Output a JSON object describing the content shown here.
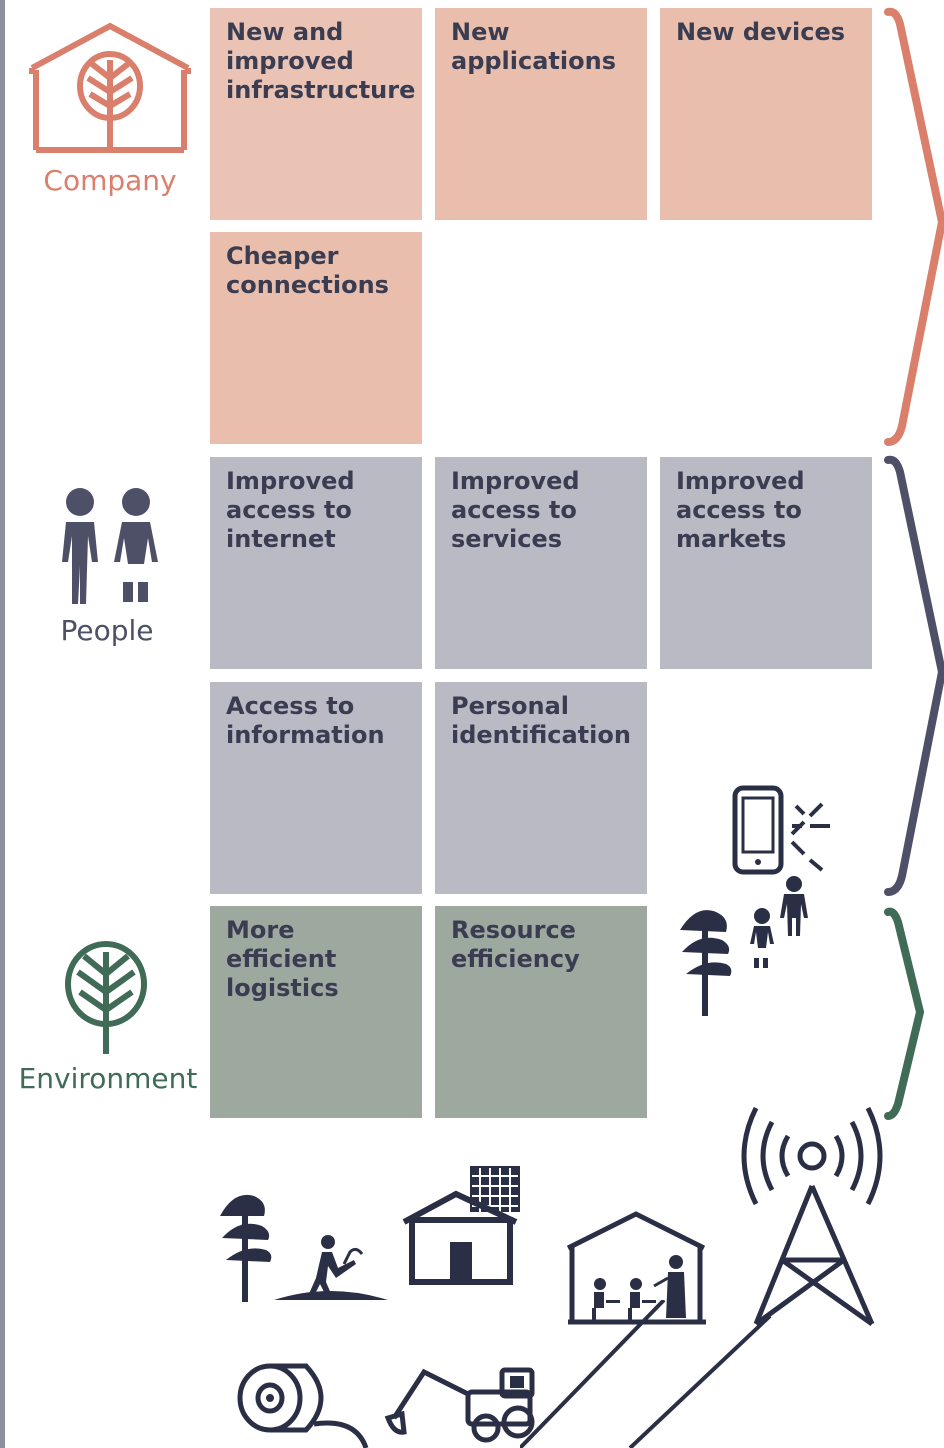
{
  "colors": {
    "company": "#d97f6c",
    "company_box": "#ebc3b5",
    "people": "#4e5068",
    "people_box": "#babac4",
    "environment": "#3f6b57",
    "environment_box": "#9da99e",
    "text_dark": "#3a3d52",
    "icon_dark": "#2b2f45"
  },
  "groups": {
    "company": {
      "label": "Company",
      "icon": "house-with-tree-icon",
      "boxes": [
        "New and improved infrastructure",
        "New applications",
        "New devices",
        "Cheaper connections"
      ]
    },
    "people": {
      "label": "People",
      "icon": "people-icon",
      "boxes": [
        "Improved access to internet",
        "Improved access to services",
        "Improved access to markets",
        "Access to information",
        "Personal identification"
      ]
    },
    "environment": {
      "label": "Environment",
      "icon": "tree-icon",
      "boxes": [
        "More efficient logistics",
        "Resource efficiency"
      ]
    }
  },
  "illustrations": [
    "mobile-phone-icon",
    "parent-and-child-icon",
    "trees-icon",
    "farmer-icon",
    "solar-house-icon",
    "classroom-icon",
    "cell-tower-icon",
    "cable-reel-icon",
    "excavator-icon"
  ]
}
